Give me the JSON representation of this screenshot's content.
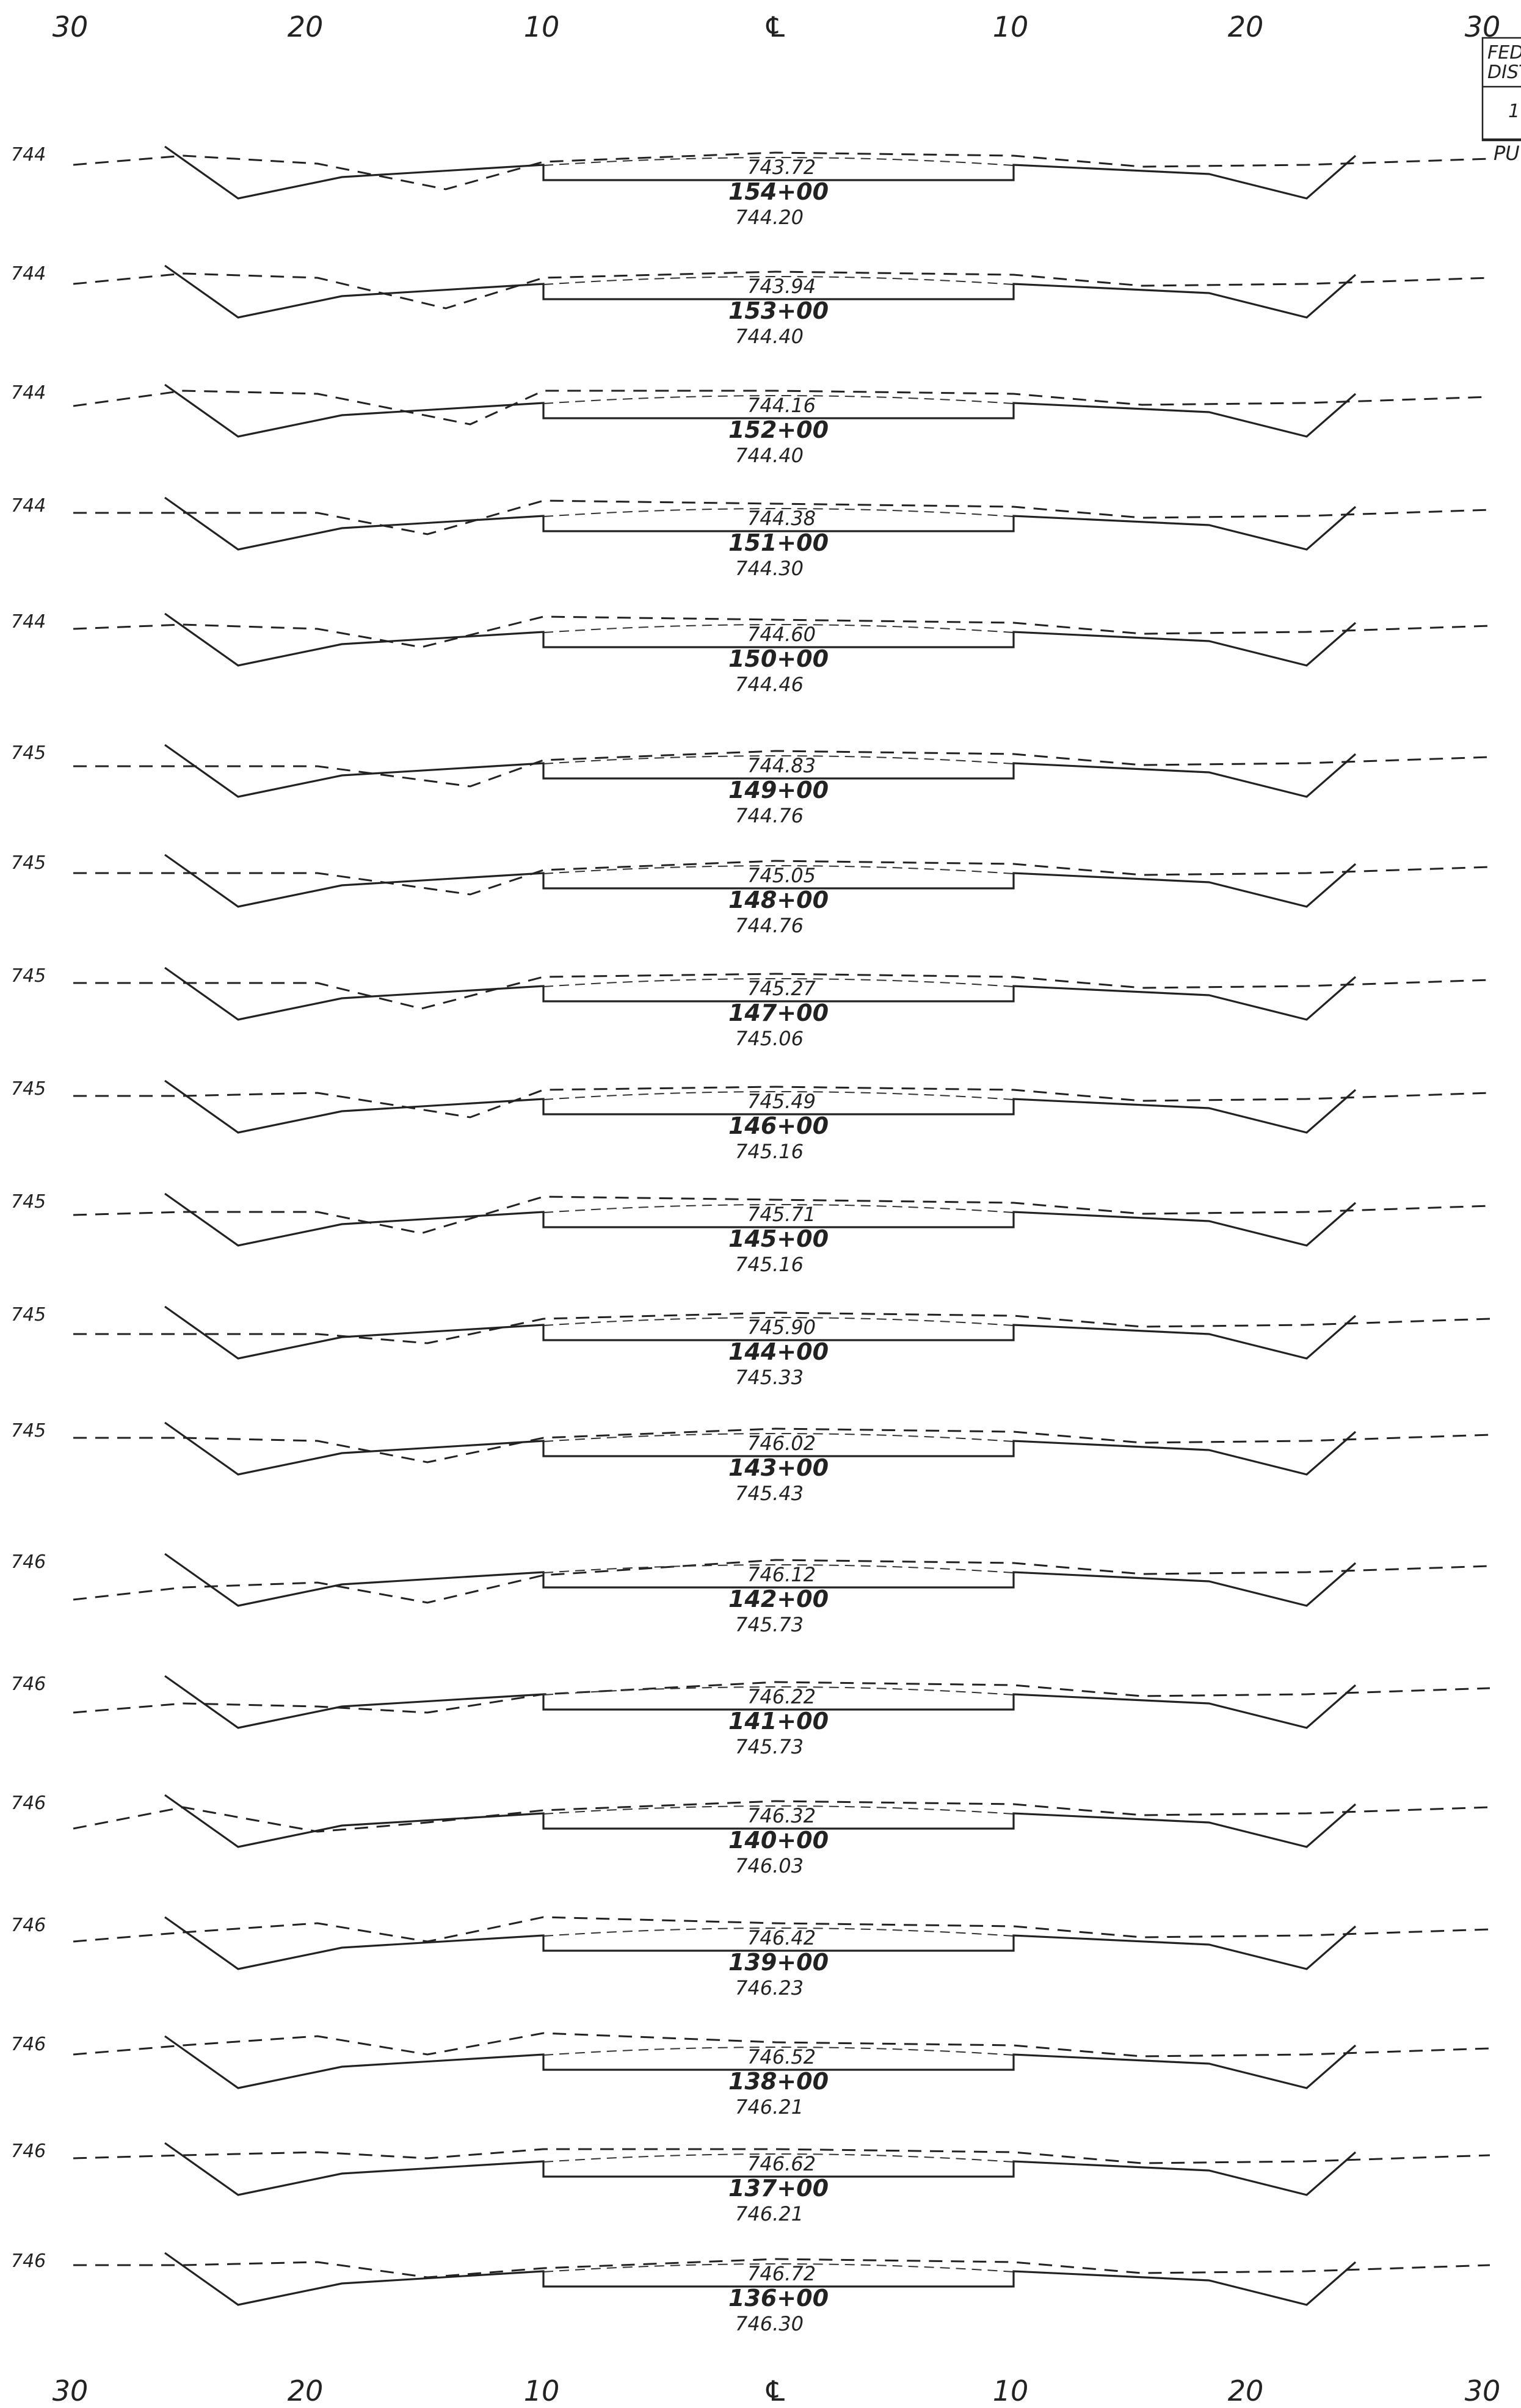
{
  "top_scale": [
    "30",
    "20",
    "10",
    "℄",
    "10",
    "20",
    "30"
  ],
  "bottom_scale": [
    "30",
    "20",
    "10",
    "℄",
    "10",
    "20",
    "30"
  ],
  "title_block_text": [
    "FED",
    "DIST",
    "1",
    "PU"
  ],
  "sections": [
    {
      "station": "154+00",
      "elevation_label": "744",
      "grade": "743.72",
      "ground": "744.20"
    },
    {
      "station": "153+00",
      "elevation_label": "744",
      "grade": "743.94",
      "ground": "744.40"
    },
    {
      "station": "152+00",
      "elevation_label": "744",
      "grade": "744.16",
      "ground": "744.40"
    },
    {
      "station": "151+00",
      "elevation_label": "744",
      "grade": "744.38",
      "ground": "744.30"
    },
    {
      "station": "150+00",
      "elevation_label": "744",
      "grade": "744.60",
      "ground": "744.46"
    },
    {
      "station": "149+00",
      "elevation_label": "745",
      "grade": "744.83",
      "ground": "744.76"
    },
    {
      "station": "148+00",
      "elevation_label": "745",
      "grade": "745.05",
      "ground": "744.76"
    },
    {
      "station": "147+00",
      "elevation_label": "745",
      "grade": "745.27",
      "ground": "745.06"
    },
    {
      "station": "146+00",
      "elevation_label": "745",
      "grade": "745.49",
      "ground": "745.16"
    },
    {
      "station": "145+00",
      "elevation_label": "745",
      "grade": "745.71",
      "ground": "745.16"
    },
    {
      "station": "144+00",
      "elevation_label": "745",
      "grade": "745.90",
      "ground": "745.33"
    },
    {
      "station": "143+00",
      "elevation_label": "745",
      "grade": "746.02",
      "ground": "745.43"
    },
    {
      "station": "142+00",
      "elevation_label": "746",
      "grade": "746.12",
      "ground": "745.73"
    },
    {
      "station": "141+00",
      "elevation_label": "746",
      "grade": "746.22",
      "ground": "745.73"
    },
    {
      "station": "140+00",
      "elevation_label": "746",
      "grade": "746.32",
      "ground": "746.03"
    },
    {
      "station": "139+00",
      "elevation_label": "746",
      "grade": "746.42",
      "ground": "746.23"
    },
    {
      "station": "138+00",
      "elevation_label": "746",
      "grade": "746.52",
      "ground": "746.21"
    },
    {
      "station": "137+00",
      "elevation_label": "746",
      "grade": "746.62",
      "ground": "746.21"
    },
    {
      "station": "136+00",
      "elevation_label": "746",
      "grade": "746.72",
      "ground": "746.30"
    }
  ]
}
